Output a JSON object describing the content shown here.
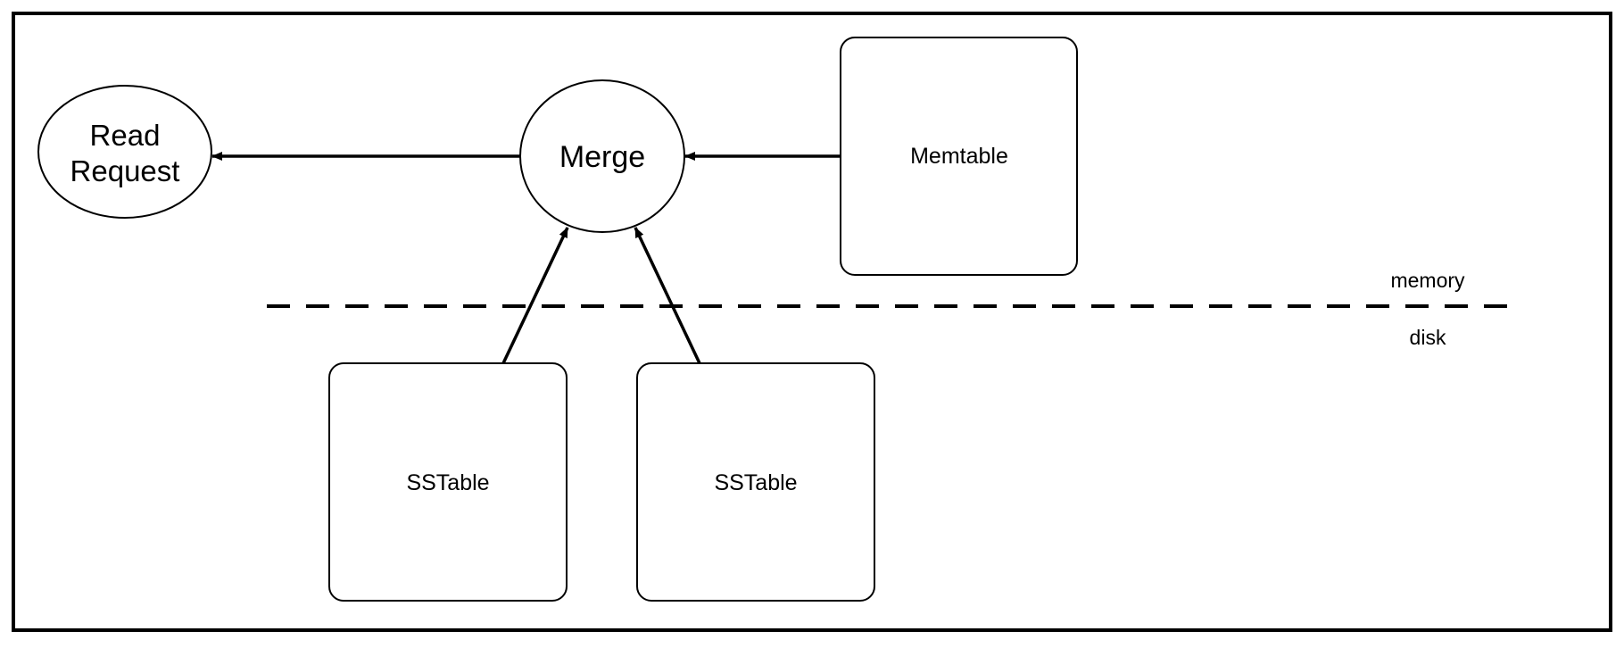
{
  "diagram": {
    "nodes": {
      "read_request": {
        "line1": "Read",
        "line2": "Request"
      },
      "merge": {
        "label": "Merge"
      },
      "memtable": {
        "label": "Memtable"
      },
      "sstable_1": {
        "label": "SSTable"
      },
      "sstable_2": {
        "label": "SSTable"
      }
    },
    "separator": {
      "above_label": "memory",
      "below_label": "disk"
    },
    "edges": [
      {
        "from": "memtable",
        "to": "merge"
      },
      {
        "from": "merge",
        "to": "read_request"
      },
      {
        "from": "sstable_1",
        "to": "merge"
      },
      {
        "from": "sstable_2",
        "to": "merge"
      }
    ]
  }
}
